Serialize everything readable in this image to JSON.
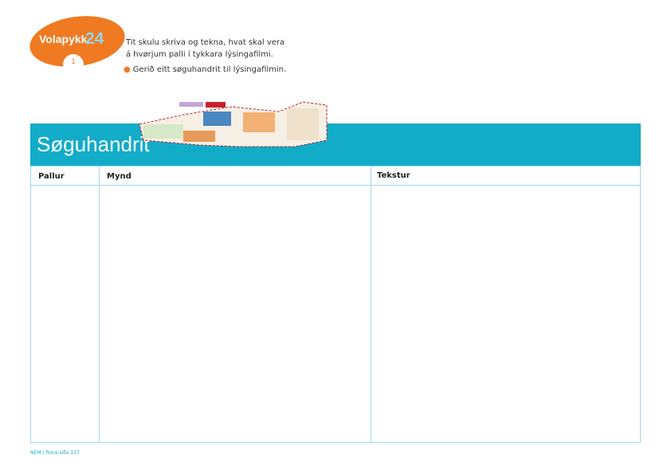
{
  "badge": {
    "title": "Volapykk",
    "number": "24",
    "sub": "1"
  },
  "intro": "Tit skulu skriva og tekna, hvat skal vera á hvørjum palli í tykkara lýsingafilmi.",
  "bullet": "Gerið eitt søguhandrit til lýsingafilmin.",
  "banner": {
    "title": "Søguhandrit"
  },
  "table": {
    "headers": [
      "Pallur",
      "Mynd",
      "Tekstur"
    ]
  },
  "footer": "NEM / finna síðu 137",
  "colors": {
    "orange": "#f07a22",
    "blue": "#12acc9"
  }
}
